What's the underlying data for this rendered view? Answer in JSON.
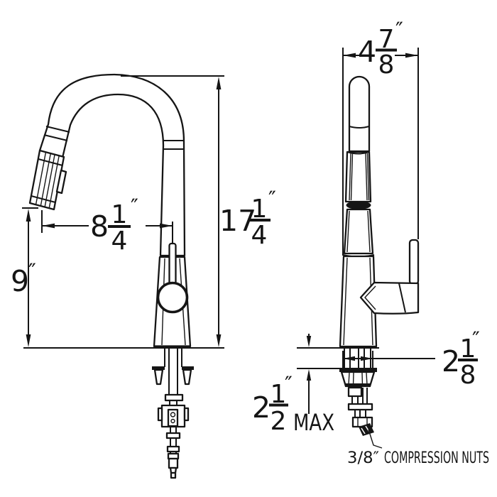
{
  "colors": {
    "line": "#151515",
    "background": "#ffffff"
  },
  "dims": {
    "reach": {
      "whole": "8",
      "num": "1",
      "den": "4",
      "unit": "″"
    },
    "height_to_outlet": {
      "whole": "9",
      "unit": "″"
    },
    "overall_height": {
      "whole": "17",
      "num": "1",
      "den": "4",
      "unit": "″"
    },
    "depth": {
      "whole": "4",
      "num": "7",
      "den": "8",
      "unit": "″"
    },
    "shank_diameter": {
      "whole": "2",
      "num": "1",
      "den": "8",
      "unit": "″"
    },
    "max_deck": {
      "whole": "2",
      "num": "1",
      "den": "2",
      "unit": "″",
      "suffix": "MAX"
    },
    "compression_note": {
      "size": "3/8″",
      "text": "COMPRESSION NUTS"
    }
  }
}
